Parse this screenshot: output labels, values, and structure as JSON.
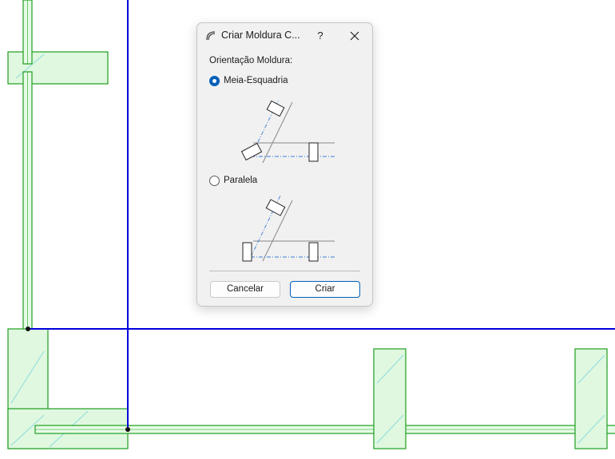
{
  "dialog": {
    "title": "Criar Moldura C...",
    "help_label": "?",
    "group_label": "Orientação Moldura:",
    "options": [
      {
        "label": "Meia-Esquadria",
        "selected": true
      },
      {
        "label": "Paralela",
        "selected": false
      }
    ],
    "cancel_label": "Cancelar",
    "create_label": "Criar"
  },
  "colors": {
    "accent": "#005fb8",
    "selection_line": "#0000dd",
    "element_fill": "#d9f7d9",
    "element_stroke": "#1e9e1e"
  }
}
